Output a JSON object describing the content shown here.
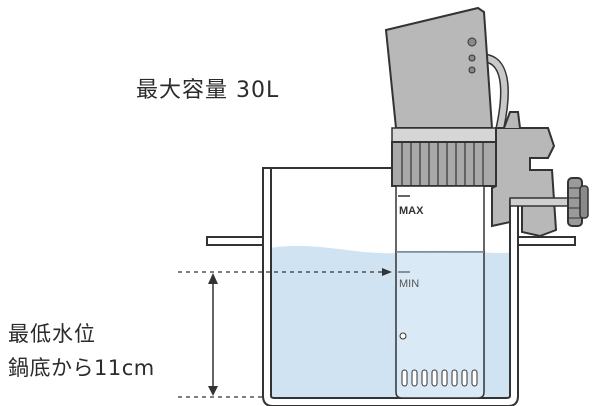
{
  "capacity_label": "最大容量  30L",
  "min_level": {
    "line1": "最低水位",
    "line2": "鍋底から11cm"
  },
  "markers": {
    "max": "MAX",
    "min": "MIN"
  },
  "colors": {
    "water": "#cfe3f3",
    "outline": "#333333",
    "device_body": "#b8b8b8"
  }
}
